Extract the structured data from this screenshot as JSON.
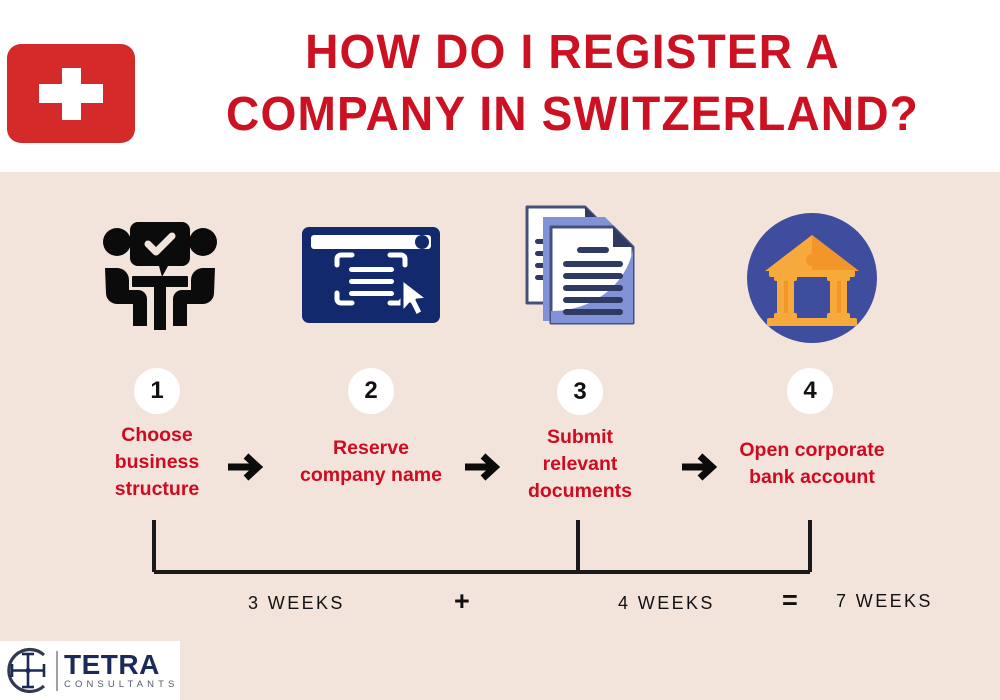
{
  "header": {
    "flag_icon": "swiss-flag-icon",
    "flag_color": "#d42a2a",
    "title_line1": "HOW DO I REGISTER A",
    "title_line2": "COMPANY IN SWITZERLAND?",
    "title_color": "#cc1122"
  },
  "panel": {
    "background_color": "#f2e4db"
  },
  "steps": [
    {
      "number": "1",
      "icon": "business-meeting-icon",
      "label_lines": [
        "Choose",
        "business",
        "structure"
      ],
      "label_color": "#d00a20"
    },
    {
      "number": "2",
      "icon": "browser-window-form-icon",
      "label_lines": [
        "Reserve",
        "company name"
      ],
      "label_color": "#d00a20"
    },
    {
      "number": "3",
      "icon": "stacked-documents-icon",
      "label_lines": [
        "Submit",
        "relevant",
        "documents"
      ],
      "label_color": "#d00a20"
    },
    {
      "number": "4",
      "icon": "bank-building-icon",
      "label_lines": [
        "Open corporate",
        "bank account"
      ],
      "label_color": "#d00a20"
    }
  ],
  "arrows": {
    "icon": "arrow-right-icon",
    "color": "#0b0b0b",
    "count": 3
  },
  "timeline": {
    "left_duration": "3 WEEKS",
    "operator_plus": "+",
    "right_duration": "4 WEEKS",
    "operator_equals": "=",
    "total_duration": "7 WEEKS",
    "line_color": "#1a1a1a"
  },
  "logo": {
    "mark_icon": "tetra-circle-cross-logo-icon",
    "brand": "TETRA",
    "subtitle": "CONSULTANTS",
    "brand_color": "#1b2a57"
  }
}
